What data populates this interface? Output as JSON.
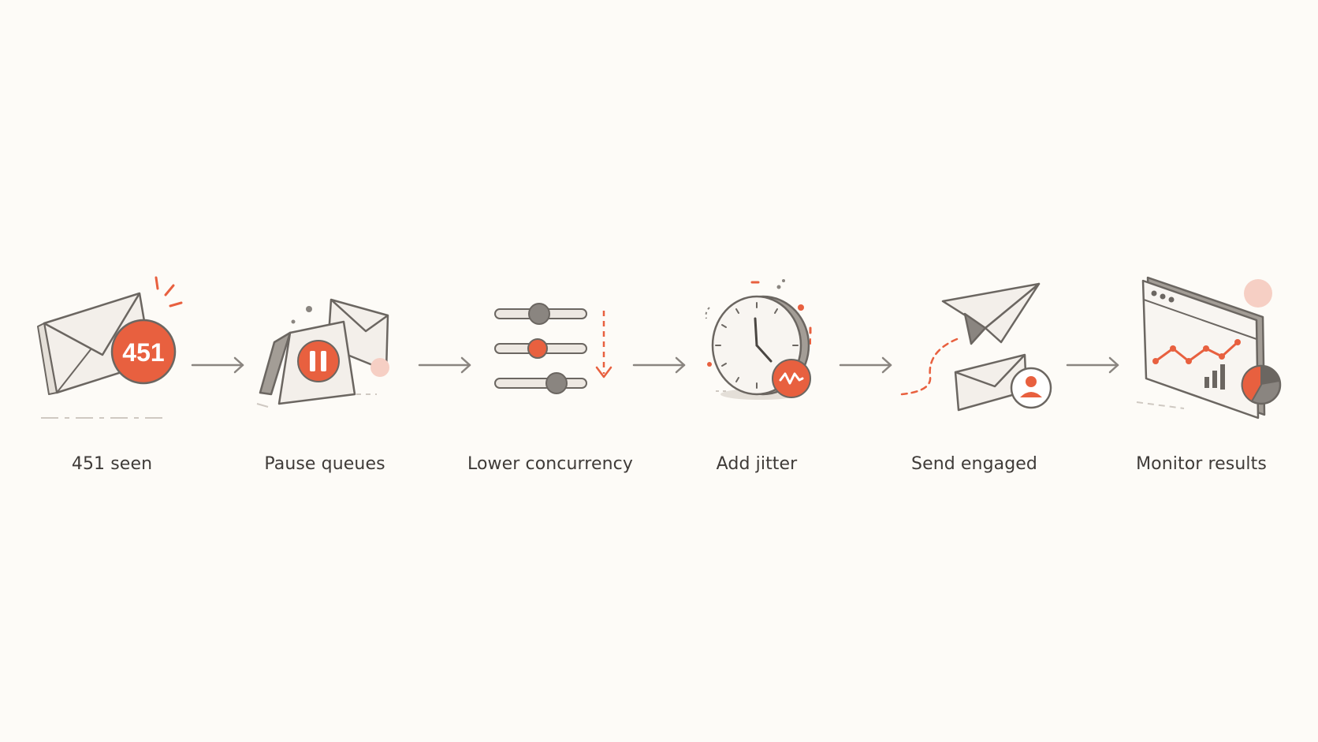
{
  "colors": {
    "background": "#fdfbf7",
    "accent": "#e8603f",
    "accent_light": "#f6cfc4",
    "outline": "#6b6661",
    "paper": "#f3efea",
    "paper_shade": "#e4dfd8",
    "label": "#3f3b38",
    "arrow": "#8a8580"
  },
  "steps": [
    {
      "icon": "envelope-with-451-badge-icon",
      "label": "451 seen",
      "badge": "451"
    },
    {
      "icon": "pause-sign-icon",
      "label": "Pause queues"
    },
    {
      "icon": "concurrency-sliders-icon",
      "label": "Lower concurrency"
    },
    {
      "icon": "clock-with-jitter-icon",
      "label": "Add jitter"
    },
    {
      "icon": "paper-plane-to-user-icon",
      "label": "Send engaged"
    },
    {
      "icon": "dashboard-chart-icon",
      "label": "Monitor results"
    }
  ]
}
